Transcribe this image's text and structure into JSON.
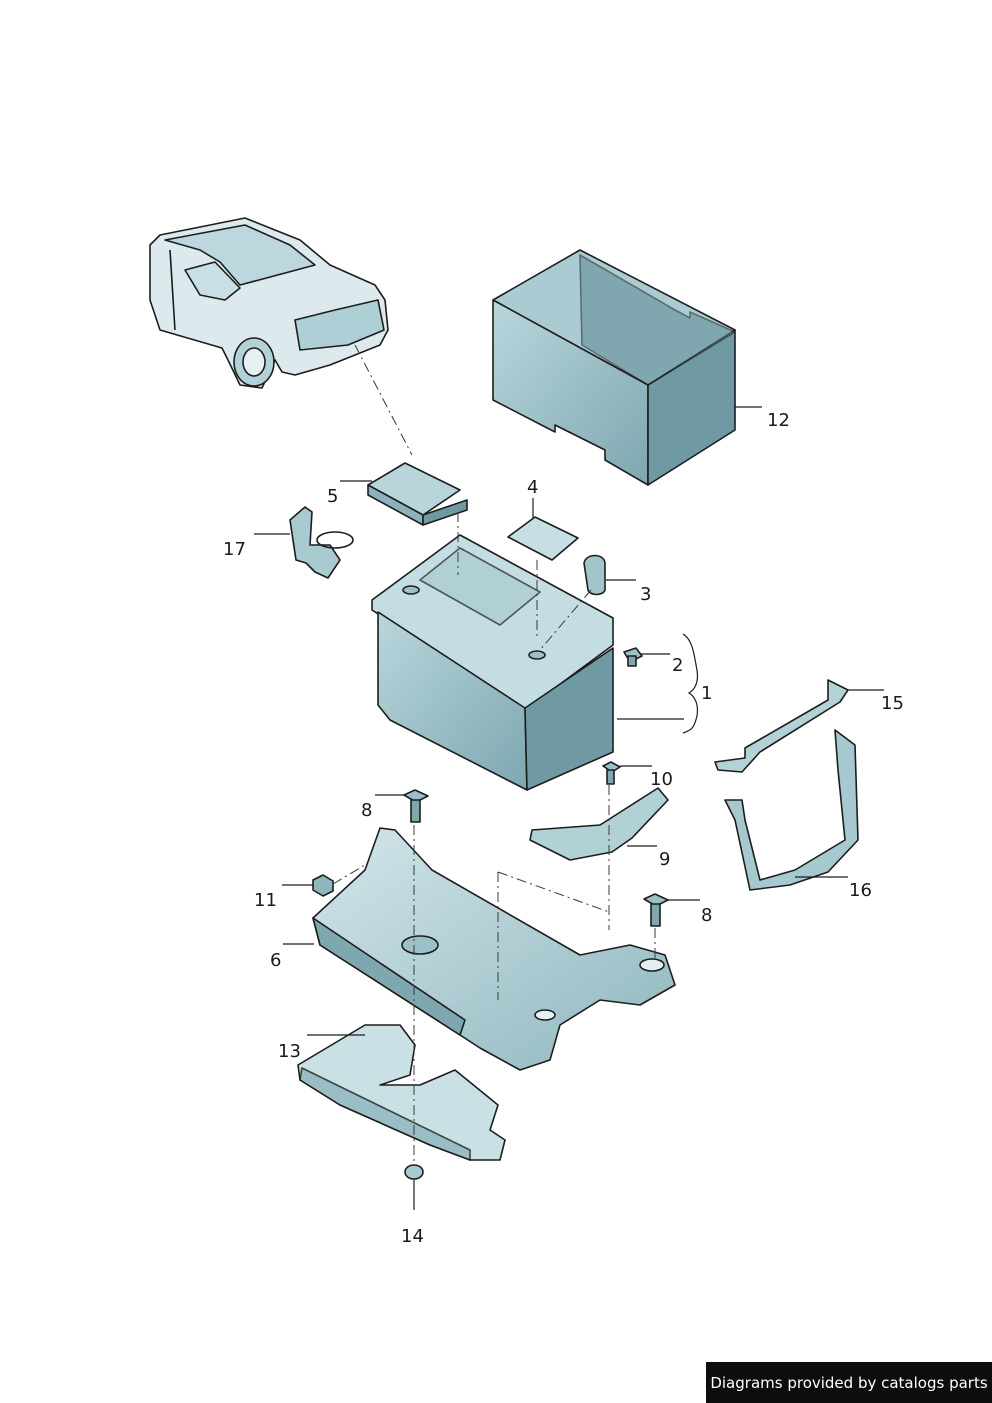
{
  "colors": {
    "light": "#c4dde2",
    "mid": "#9cc0c8",
    "dark": "#6f9aa4",
    "shade": "#557f8a",
    "line": "#1d1d1d"
  },
  "callouts": [
    {
      "id": "1",
      "text": "1"
    },
    {
      "id": "2",
      "text": "2"
    },
    {
      "id": "3",
      "text": "3"
    },
    {
      "id": "4",
      "text": "4"
    },
    {
      "id": "5",
      "text": "5"
    },
    {
      "id": "6",
      "text": "6"
    },
    {
      "id": "8a",
      "text": "8"
    },
    {
      "id": "8b",
      "text": "8"
    },
    {
      "id": "9",
      "text": "9"
    },
    {
      "id": "10",
      "text": "10"
    },
    {
      "id": "11",
      "text": "11"
    },
    {
      "id": "12",
      "text": "12"
    },
    {
      "id": "13",
      "text": "13"
    },
    {
      "id": "14",
      "text": "14"
    },
    {
      "id": "15",
      "text": "15"
    },
    {
      "id": "16",
      "text": "16"
    },
    {
      "id": "17",
      "text": "17"
    }
  ],
  "credit": "Diagrams provided by catalogs parts"
}
